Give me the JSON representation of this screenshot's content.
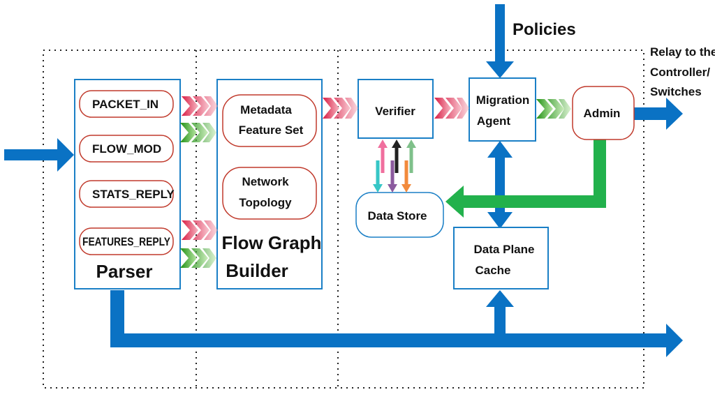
{
  "colors": {
    "accent_blue": "#0a72c4",
    "box_border": "#1a7fc6",
    "pill_border": "#c0392b",
    "red_chevron": "#e0485a",
    "green_chevron": "#2e9d1f",
    "admin_green": "#22b14c"
  },
  "policies_label": "Policies",
  "relay_lines": [
    "Relay to the",
    "Controller/",
    "Switches"
  ],
  "parser": {
    "title": "Parser",
    "messages": [
      "PACKET_IN",
      "FLOW_MOD",
      "STATS_REPLY",
      "FEATURES_REPLY"
    ]
  },
  "flow_graph_builder": {
    "title_lines": [
      "Flow Graph",
      "Builder"
    ],
    "metadata_lines": [
      "Metadata",
      "Feature Set"
    ],
    "topology_lines": [
      "Network",
      "Topology"
    ]
  },
  "verifier_label": "Verifier",
  "migration_agent_lines": [
    "Migration",
    "Agent"
  ],
  "admin_label": "Admin",
  "data_store_label": "Data Store",
  "data_plane_cache_lines": [
    "Data Plane",
    "Cache"
  ]
}
